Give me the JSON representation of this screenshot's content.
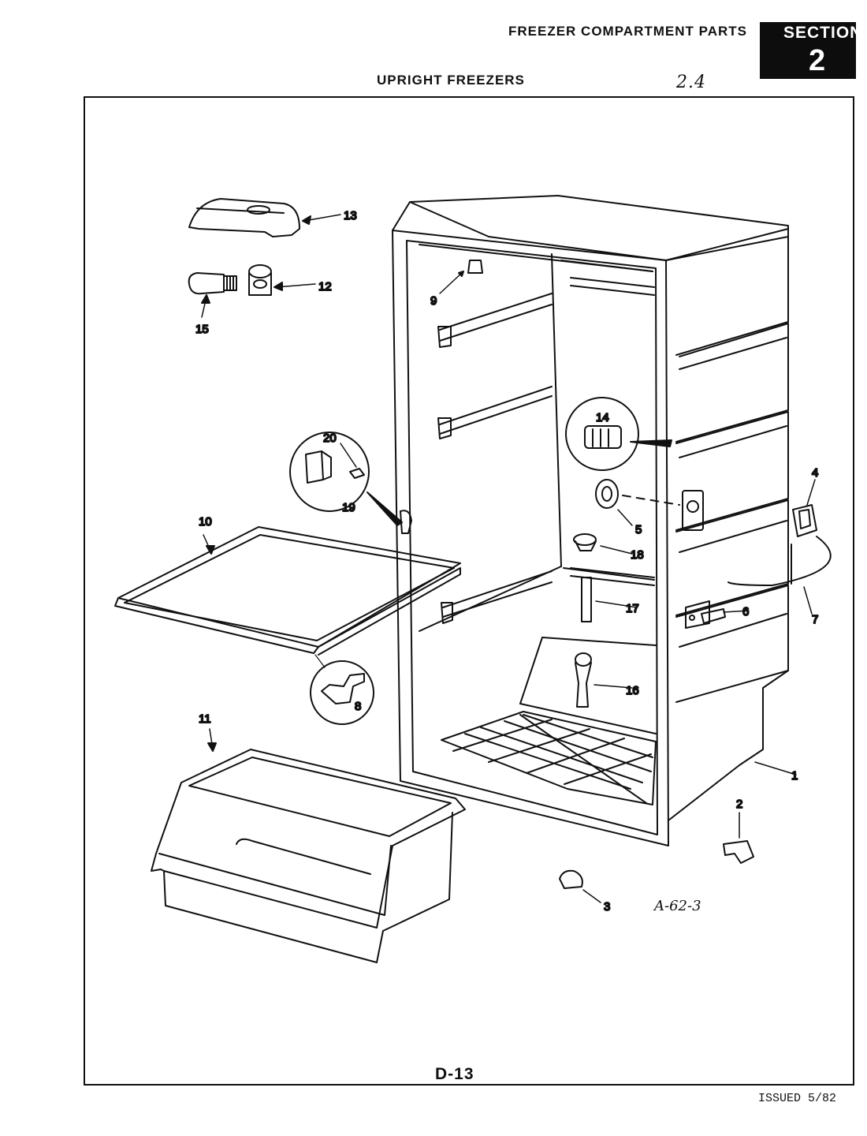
{
  "header": {
    "category": "FREEZER COMPARTMENT PARTS",
    "section_word": "SECTION",
    "section_number": "2",
    "title": "UPRIGHT FREEZERS",
    "handwritten_ref": "2.4"
  },
  "diagram": {
    "drawing_id": "A-62-3",
    "callouts": [
      "1",
      "2",
      "3",
      "4",
      "5",
      "6",
      "7",
      "8",
      "9",
      "10",
      "11",
      "12",
      "13",
      "14",
      "15",
      "16",
      "17",
      "18",
      "19",
      "20"
    ]
  },
  "footer": {
    "page_code": "D-13",
    "issued": "ISSUED 5/82"
  }
}
